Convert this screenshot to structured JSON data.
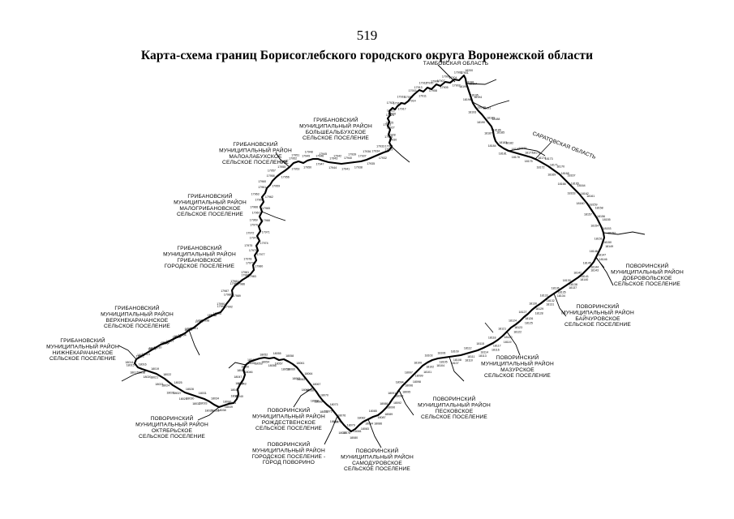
{
  "page": {
    "number": "519",
    "title": "Карта-схема границ Борисоглебского городского округа Воронежской области"
  },
  "map": {
    "border_labels": [
      {
        "id": "tambov",
        "lines": [
          "ТАМБОВСКАЯ ОБЛАСТЬ"
        ]
      },
      {
        "id": "saratov",
        "lines": [
          "САРАТОВСКАЯ ОБЛАСТЬ"
        ]
      }
    ],
    "region_labels": [
      {
        "id": "bolshegribanovskoe",
        "lines": [
          "ГРИБАНОВСКИЙ",
          "МУНИЦИПАЛЬНЫЙ РАЙОН",
          "БОЛЬШЕАЛЬБУХСКОЕ",
          "СЕЛЬСКОЕ ПОСЕЛЕНИЕ"
        ]
      },
      {
        "id": "maloalabukhskoe",
        "lines": [
          "ГРИБАНОВСКИЙ",
          "МУНИЦИПАЛЬНЫЙ РАЙОН",
          "МАЛОАЛАБУХСКОЕ",
          "СЕЛЬСКОЕ ПОСЕЛЕНИЕ"
        ]
      },
      {
        "id": "malogribanovskoe",
        "lines": [
          "ГРИБАНОВСКИЙ",
          "МУНИЦИПАЛЬНЫЙ РАЙОН",
          "МАЛОГРИБАНОВСКОЕ",
          "СЕЛЬСКОЕ ПОСЕЛЕНИЕ"
        ]
      },
      {
        "id": "gribanovskoe",
        "lines": [
          "ГРИБАНОВСКИЙ",
          "МУНИЦИПАЛЬНЫЙ РАЙОН",
          "ГРИБАНОВСКОЕ",
          "ГОРОДСКОЕ ПОСЕЛЕНИЕ"
        ]
      },
      {
        "id": "verkhnekarachanskoe",
        "lines": [
          "ГРИБАНОВСКИЙ",
          "МУНИЦИПАЛЬНЫЙ РАЙОН",
          "ВЕРХНЕКАРАЧАНСКОЕ",
          "СЕЛЬСКОЕ ПОСЕЛЕНИЕ"
        ]
      },
      {
        "id": "nizhnekarachanskoe",
        "lines": [
          "ГРИБАНОВСКИЙ",
          "МУНИЦИПАЛЬНЫЙ РАЙОН",
          "НИЖНЕКАРАЧАНСКОЕ",
          "СЕЛЬСКОЕ ПОСЕЛЕНИЕ"
        ]
      },
      {
        "id": "oktyabrskoe",
        "lines": [
          "ПОВОРИНСКИЙ",
          "МУНИЦИПАЛЬНЫЙ РАЙОН",
          "ОКТЯБРЬСКОЕ",
          "СЕЛЬСКОЕ ПОСЕЛЕНИЕ"
        ]
      },
      {
        "id": "rozhdestvenskoe",
        "lines": [
          "ПОВОРИНСКИЙ",
          "МУНИЦИПАЛЬНЫЙ РАЙОН",
          "РОЖДЕСТВЕНСКОЕ",
          "СЕЛЬСКОЕ ПОСЕЛЕНИЕ"
        ]
      },
      {
        "id": "povorino",
        "lines": [
          "ПОВОРИНСКИЙ",
          "МУНИЦИПАЛЬНЫЙ РАЙОН",
          "ГОРОДСКОЕ ПОСЕЛЕНИЕ -",
          "ГОРОД ПОВОРИНО"
        ]
      },
      {
        "id": "samodurovskoe",
        "lines": [
          "ПОВОРИНСКИЙ",
          "МУНИЦИПАЛЬНЫЙ РАЙОН",
          "САМОДУРОВСКОЕ",
          "СЕЛЬСКОЕ ПОСЕЛЕНИЕ"
        ]
      },
      {
        "id": "peskovskoe",
        "lines": [
          "ПОВОРИНСКИЙ",
          "МУНИЦИПАЛЬНЫЙ РАЙОН",
          "ПЕСКОВСКОЕ",
          "СЕЛЬСКОЕ ПОСЕЛЕНИЕ"
        ]
      },
      {
        "id": "mazurskoe",
        "lines": [
          "ПОВОРИНСКИЙ",
          "МУНИЦИПАЛЬНЫЙ РАЙОН",
          "МАЗУРСКОЕ",
          "СЕЛЬСКОЕ ПОСЕЛЕНИЕ"
        ]
      },
      {
        "id": "baychurovskoe",
        "lines": [
          "ПОВОРИНСКИЙ",
          "МУНИЦИПАЛЬНЫЙ РАЙОН",
          "БАЙЧУРОВСКОЕ",
          "СЕЛЬСКОЕ ПОСЕЛЕНИЕ"
        ]
      },
      {
        "id": "dobrovolskoe",
        "lines": [
          "ПОВОРИНСКИЙ",
          "МУНИЦИПАЛЬНЫЙ РАЙОН",
          "ДОБРОВОЛЬСКОЕ",
          "СЕЛЬСКОЕ ПОСЕЛЕНИЕ"
        ]
      }
    ],
    "point_labels": [
      "17901",
      "17902",
      "17903",
      "17904",
      "17905",
      "17906",
      "17907",
      "17908",
      "17909",
      "17910",
      "17911",
      "17912",
      "17913",
      "17914",
      "17915",
      "17916",
      "17917",
      "17918",
      "17919",
      "17920",
      "17921",
      "17922",
      "17923",
      "17924",
      "17925",
      "17926",
      "17927",
      "17928",
      "17929",
      "17930",
      "17931",
      "17932",
      "17933",
      "17934",
      "17935",
      "17936",
      "17937",
      "17938",
      "17939",
      "17940",
      "17941",
      "17942",
      "17943",
      "17944",
      "17945",
      "17946",
      "17947",
      "17948",
      "17949",
      "17950",
      "17951",
      "17952",
      "17953",
      "17954",
      "17955",
      "17956",
      "17957",
      "17958",
      "17959",
      "17960",
      "17961",
      "17962",
      "17963",
      "17964",
      "17965",
      "17966",
      "17967",
      "17968",
      "17969",
      "17970",
      "17971",
      "17972",
      "17973",
      "17974",
      "17975",
      "17976",
      "17977",
      "17978",
      "17979",
      "17980",
      "17981",
      "17982",
      "17983",
      "17984",
      "17985",
      "17986",
      "17987",
      "17988",
      "17989",
      "17990",
      "17991",
      "17992",
      "17993",
      "17994",
      "17995",
      "17996",
      "17997",
      "17998",
      "17999",
      "18000",
      "18001",
      "18002",
      "18003",
      "18004",
      "18005",
      "18006",
      "18007",
      "18008",
      "18009",
      "18010",
      "18011",
      "18012",
      "18013",
      "18014",
      "18015",
      "18016",
      "18017",
      "18018",
      "18019",
      "18020",
      "18021",
      "18022",
      "18023",
      "18024",
      "18025",
      "18026",
      "18027",
      "18028",
      "18029",
      "18030",
      "18031",
      "18032",
      "18033",
      "18034",
      "18035",
      "18036",
      "18037",
      "18038",
      "18039",
      "18040",
      "18041",
      "18042",
      "18043",
      "18044",
      "18045",
      "18046",
      "18047",
      "18048",
      "18049",
      "18050",
      "18051",
      "18052",
      "18053",
      "18054",
      "18055",
      "18056",
      "18057",
      "18058",
      "18059",
      "18060",
      "18061",
      "18062",
      "18063",
      "18064",
      "18065",
      "18066",
      "18067",
      "18068",
      "18069",
      "18070",
      "18071",
      "18072",
      "18073",
      "18074",
      "18075",
      "18076",
      "18077",
      "18078",
      "18079",
      "18080",
      "18081",
      "18082",
      "18083",
      "18084",
      "18085",
      "18086",
      "18087",
      "18088",
      "18089",
      "18090",
      "18091",
      "18092",
      "18093",
      "18094",
      "18095",
      "18096",
      "18097",
      "18098",
      "18099",
      "18100",
      "18101",
      "18102",
      "18103",
      "18104",
      "18105",
      "18106",
      "18107",
      "18108",
      "18109",
      "18110",
      "18111",
      "18112",
      "18113",
      "18114",
      "18115",
      "18116",
      "18117",
      "18118",
      "18119",
      "18120",
      "18121",
      "18122",
      "18123",
      "18124",
      "18125",
      "18126",
      "18127",
      "18128",
      "18129",
      "18130",
      "18131",
      "18132",
      "18133",
      "18134",
      "18135",
      "18136",
      "18137",
      "18138",
      "18139",
      "18140",
      "18141",
      "18142",
      "18143",
      "18144",
      "18145",
      "18146",
      "18147",
      "18148",
      "18149",
      "18150",
      "18151",
      "18152",
      "18153",
      "18154",
      "18155",
      "18156",
      "18157",
      "18158",
      "18159",
      "18160",
      "18161",
      "18162",
      "18163",
      "18164",
      "18165",
      "18166",
      "18167",
      "18168",
      "18169",
      "18170",
      "18171",
      "18172",
      "18173",
      "18174",
      "18175",
      "18176",
      "18177",
      "18178",
      "18179",
      "18180",
      "18181",
      "18182",
      "18183",
      "18184",
      "18185",
      "18186",
      "18187",
      "18188",
      "18189",
      "18190",
      "18191",
      "18192",
      "18193",
      "18194",
      "18195",
      "18196",
      "18197",
      "18198",
      "18199",
      "18200"
    ]
  }
}
